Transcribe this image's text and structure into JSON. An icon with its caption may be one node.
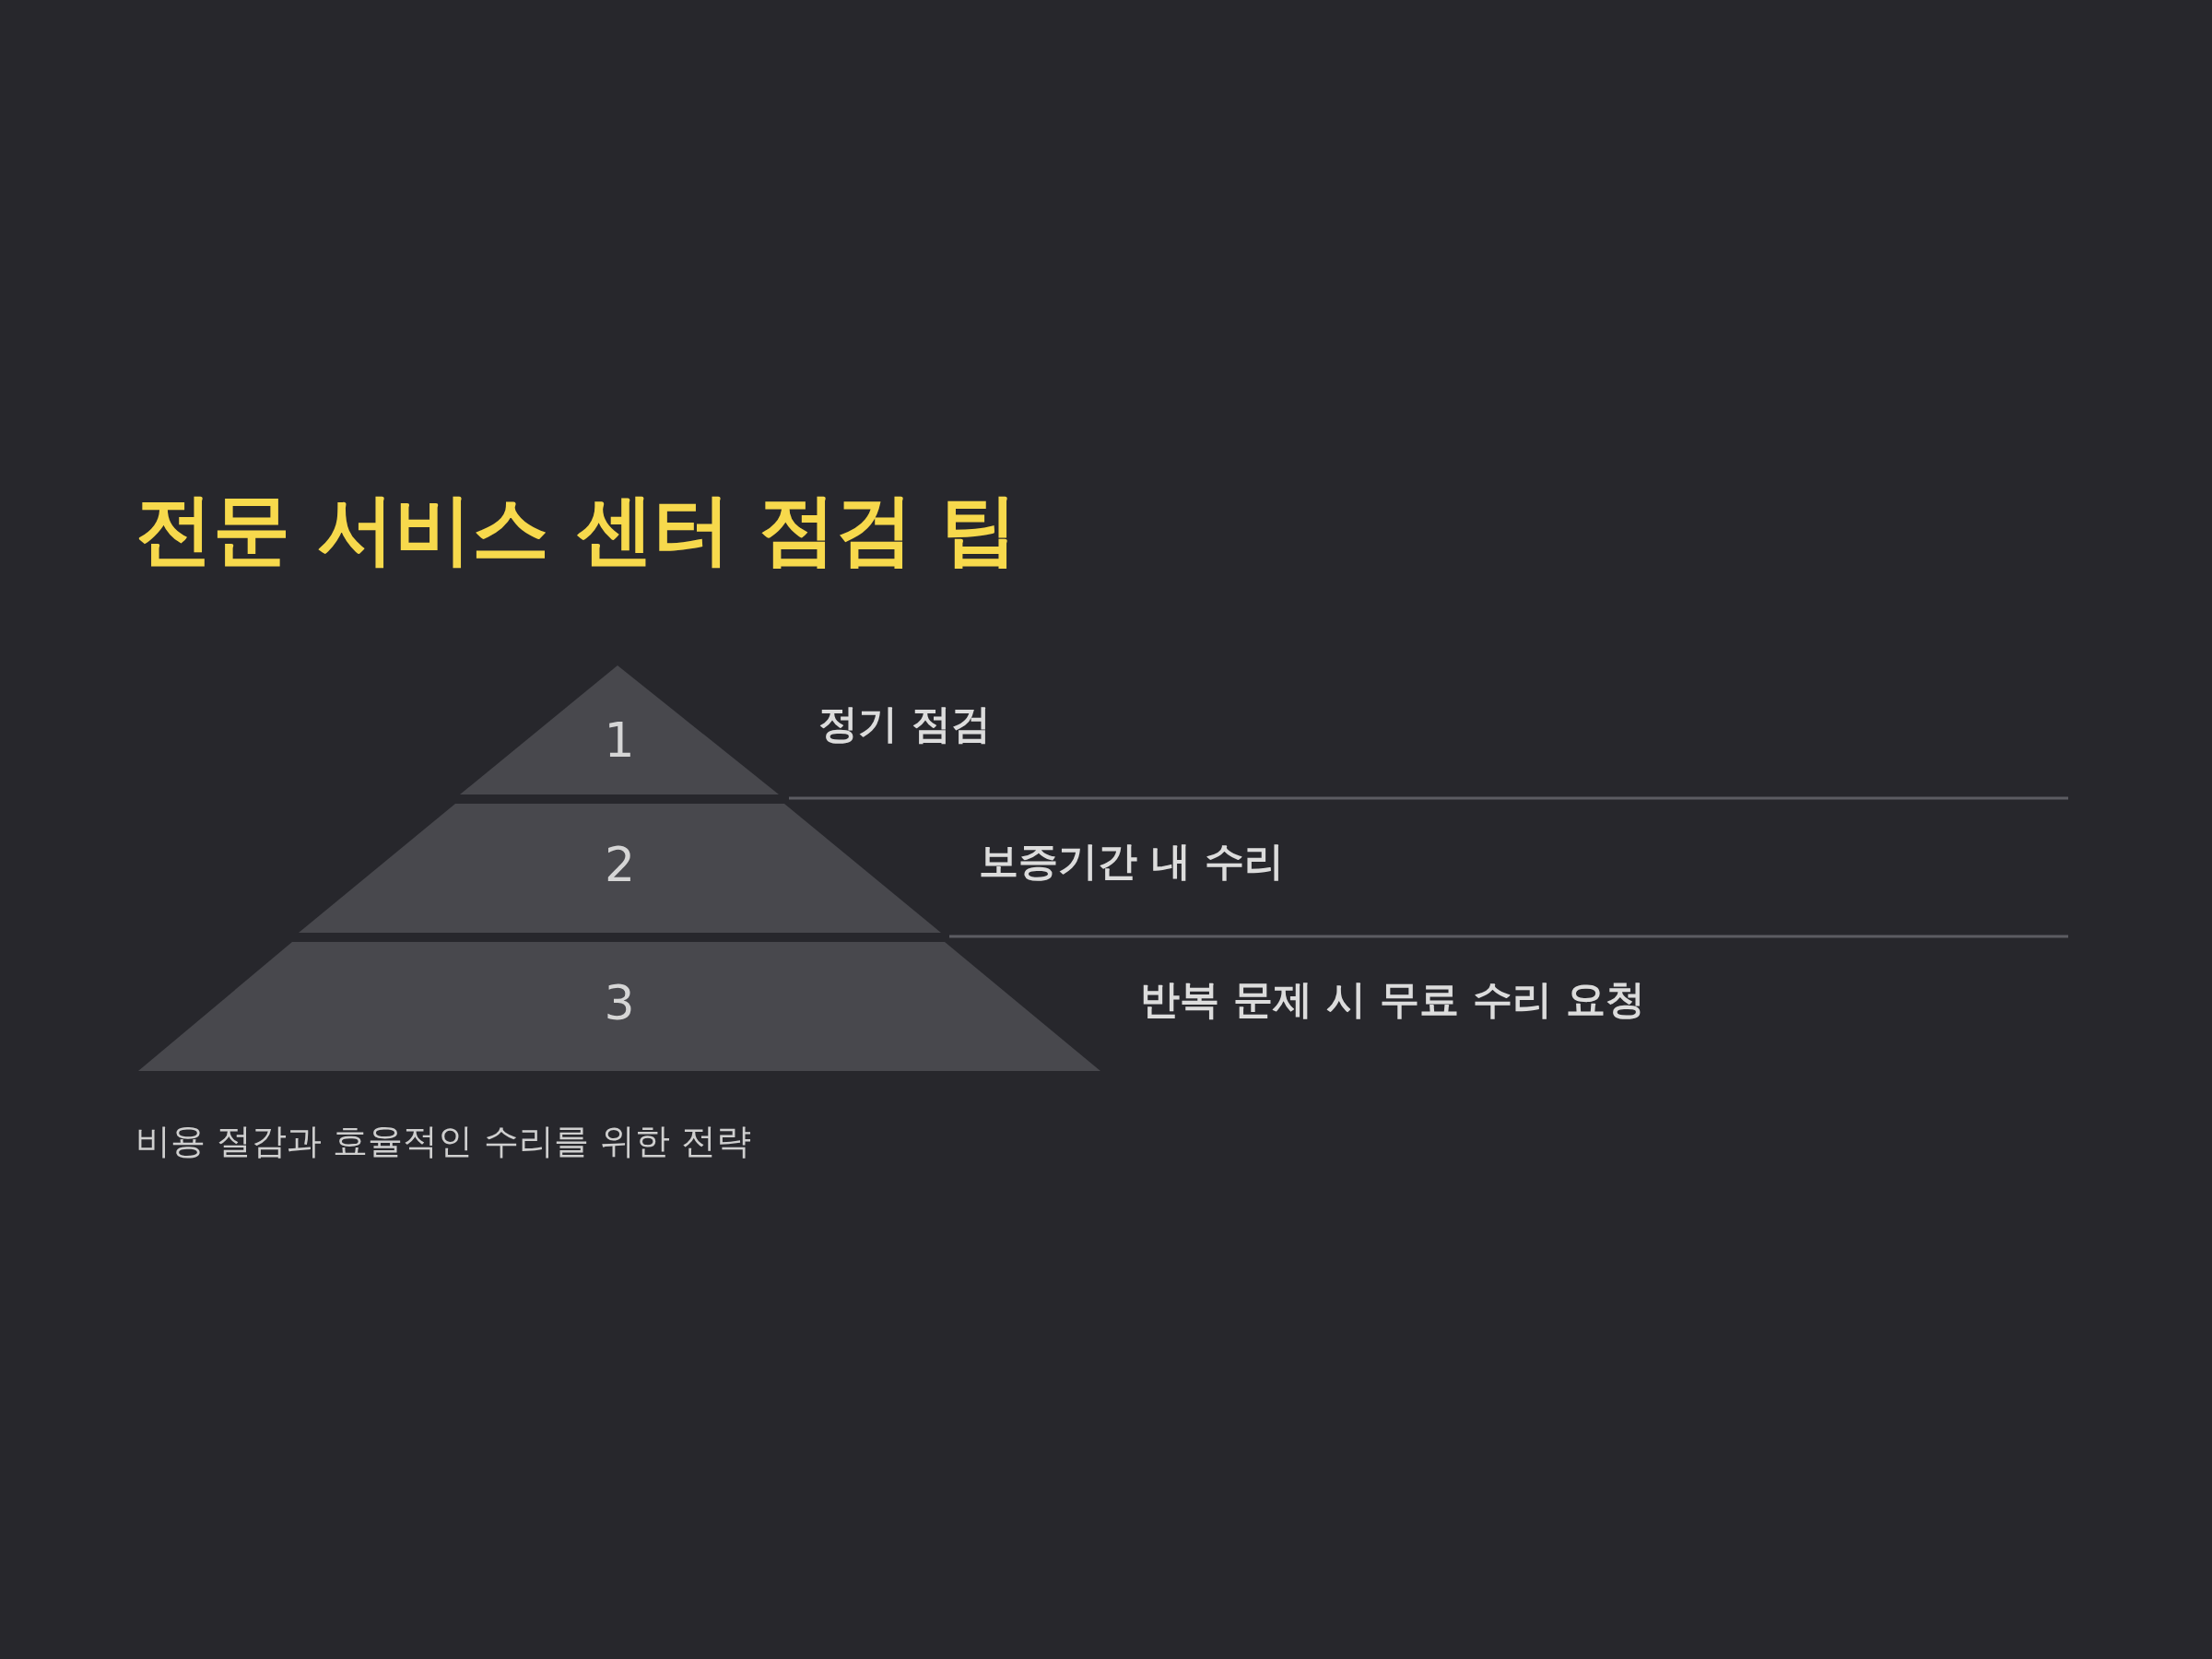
{
  "diagram": {
    "title": "전문 서비스 센터 점검 팁",
    "nodes": [
      {
        "text": [
          "1"
        ],
        "beside": [
          "정기 점검"
        ]
      },
      {
        "text": [
          "2"
        ],
        "beside": [
          "보증기간 내 수리"
        ]
      },
      {
        "text": [
          "3"
        ],
        "beside": [
          "반복 문제 시 무료 수리 요청"
        ]
      }
    ],
    "caption": "비용 절감과 효율적인 수리를 위한 전략"
  }
}
